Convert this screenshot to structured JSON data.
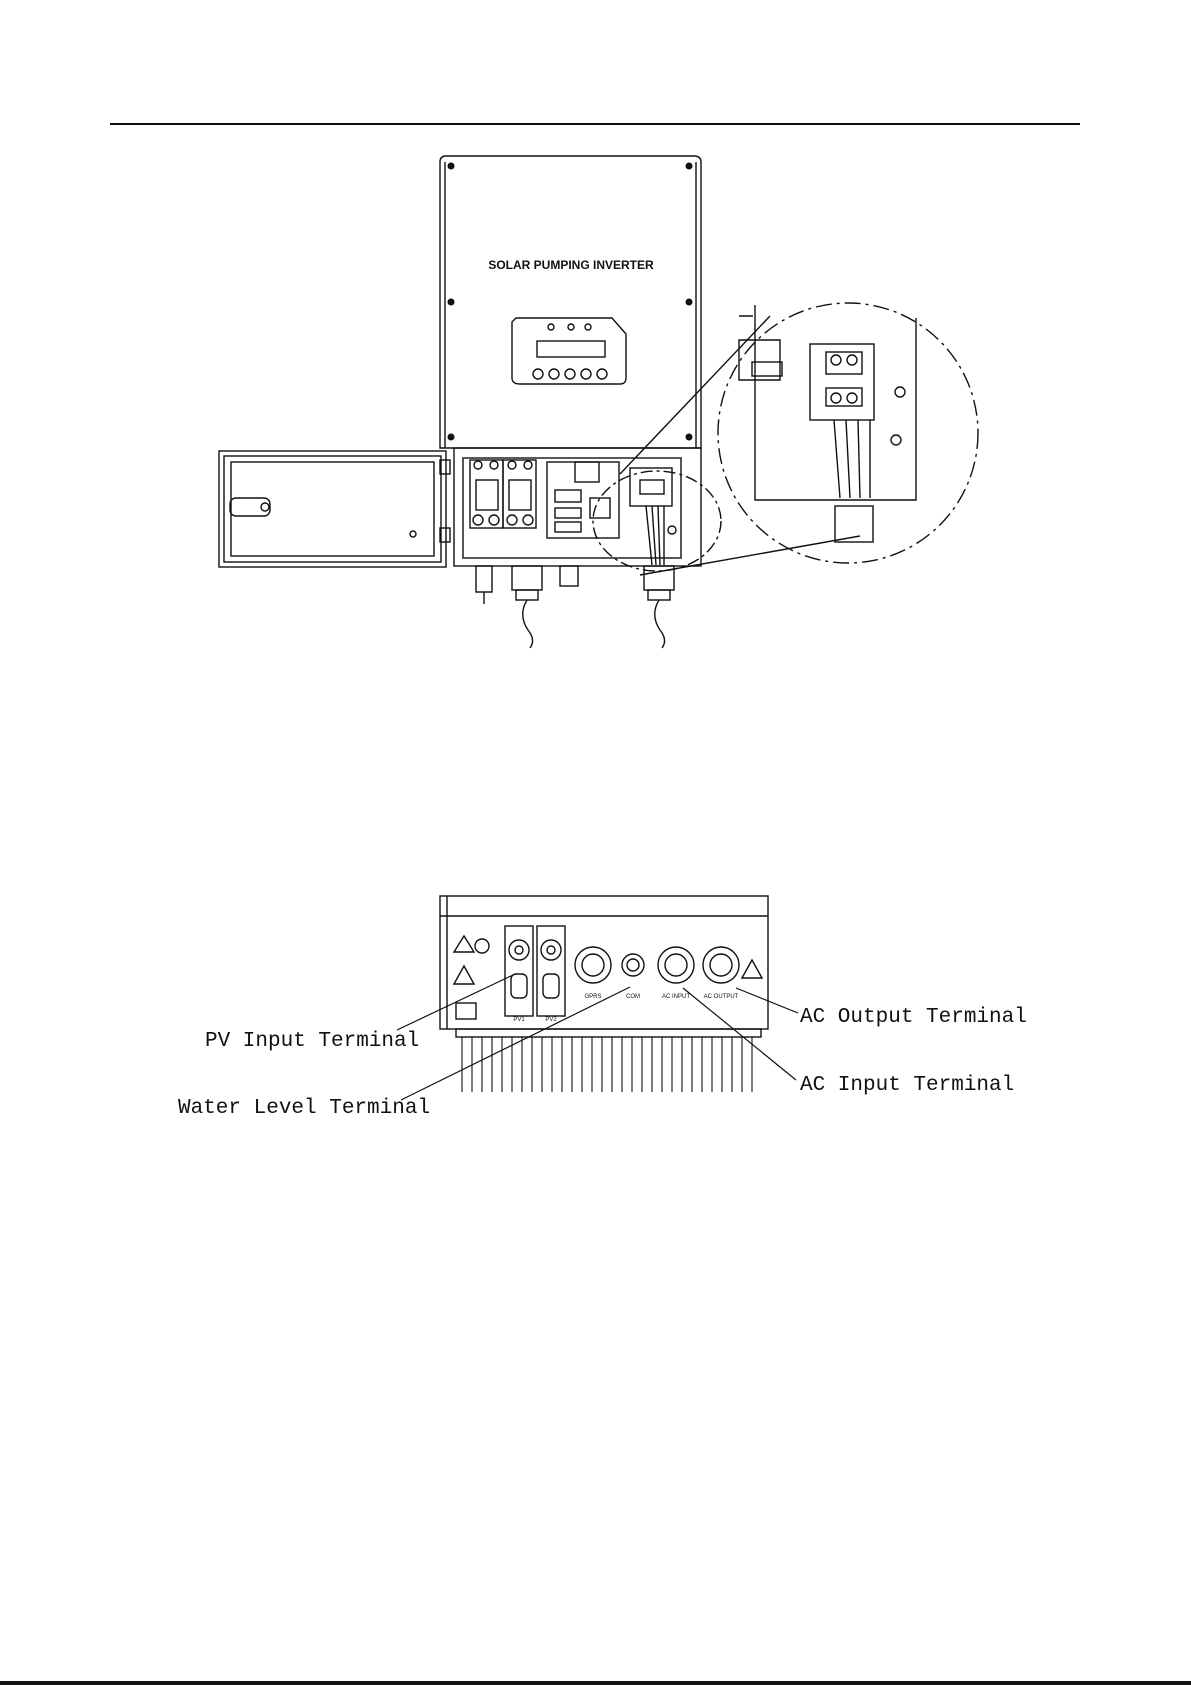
{
  "figure1": {
    "device_title": "SOLAR PUMPING INVERTER"
  },
  "figure2": {
    "ports": {
      "pv1": "PV1",
      "pv2": "PV2",
      "gprs": "GPRS",
      "com": "COM",
      "ac_input": "AC INPUT",
      "ac_output": "AC OUTPUT"
    },
    "callouts": {
      "pv_input": "PV Input Terminal",
      "water_level": "Water Level Terminal",
      "ac_output": "AC Output Terminal",
      "ac_input": "AC Input Terminal"
    }
  }
}
